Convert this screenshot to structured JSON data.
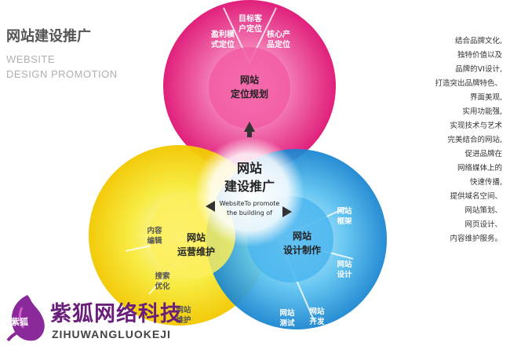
{
  "header": {
    "title": "网站建设推广",
    "subtitle_line1": "WEBSITE",
    "subtitle_line2": "DESIGN PROMOTION"
  },
  "center": {
    "title_line1": "网站",
    "title_line2": "建设推广",
    "caption_line1": "WebsiteTo promote",
    "caption_line2": "the building of"
  },
  "circles": {
    "top": {
      "label_line1": "网站",
      "label_line2": "定位规划",
      "color": "#e8338a",
      "petals": [
        {
          "line1": "盈利模",
          "line2": "式定位"
        },
        {
          "line1": "目标客",
          "line2": "户定位"
        },
        {
          "line1": "核心产",
          "line2": "品定位"
        }
      ]
    },
    "left": {
      "label_line1": "网站",
      "label_line2": "运营维护",
      "color": "#f5e000",
      "petals": [
        {
          "line1": "内容",
          "line2": "编辑"
        },
        {
          "line1": "搜索",
          "line2": "优化"
        },
        {
          "line1": "网站",
          "line2": "维护"
        }
      ]
    },
    "right": {
      "label_line1": "网站",
      "label_line2": "设计制作",
      "color": "#1e9fe0",
      "petals": [
        {
          "line1": "网站",
          "line2": "框架"
        },
        {
          "line1": "网站",
          "line2": "设计"
        },
        {
          "line1": "网站",
          "line2": "开发"
        },
        {
          "line1": "网站",
          "line2": "测试"
        }
      ]
    }
  },
  "description_lines": [
    "结合品牌文化,",
    "独特价值以及",
    "品牌的VI设计,",
    "打造突出品牌特色、",
    "界面美观,",
    "实用功能强,",
    "实现技术与艺术",
    "完美结合的网站,",
    "促进品牌在",
    "网络媒体上的",
    "快速传播,",
    "提供域名空间、",
    "网站策划、",
    "网页设计、",
    "内容维护服务。"
  ],
  "logo": {
    "name_cn": "紫狐网络科技",
    "name_en": "ZIHUWANGLUOKEJI",
    "badge_text": "紫狐"
  }
}
